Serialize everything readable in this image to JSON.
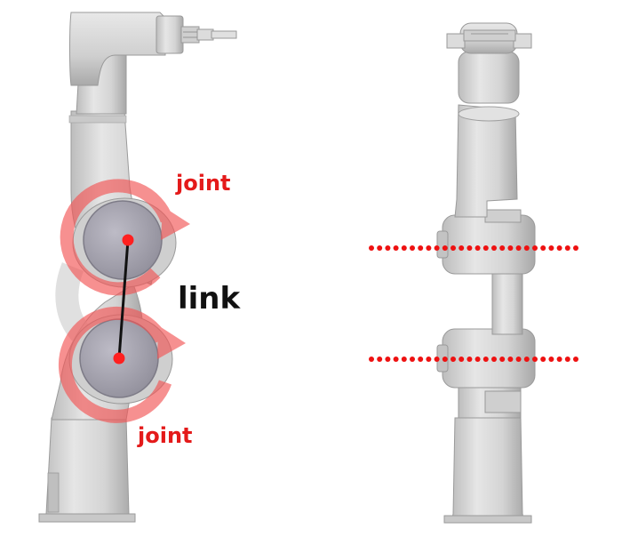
{
  "labels": {
    "joint_top": "joint",
    "link": "link",
    "joint_bottom": "joint"
  },
  "colors": {
    "joint_marker": "#ff2d2d",
    "joint_ring": "#f25555",
    "link_line": "#111111",
    "label_joint": "#e41a1a",
    "label_link": "#111111",
    "axis_dots": "#ee1111",
    "arm_fill": "#d9d9d9",
    "arm_shadow": "#b9b9b9",
    "arm_edge": "#9a9a9a",
    "joint_disc": "#a9a7b3"
  },
  "icons": {
    "joint_marker": "rotation-arrow-icon",
    "axis_marker": "dotted-axis-line"
  }
}
